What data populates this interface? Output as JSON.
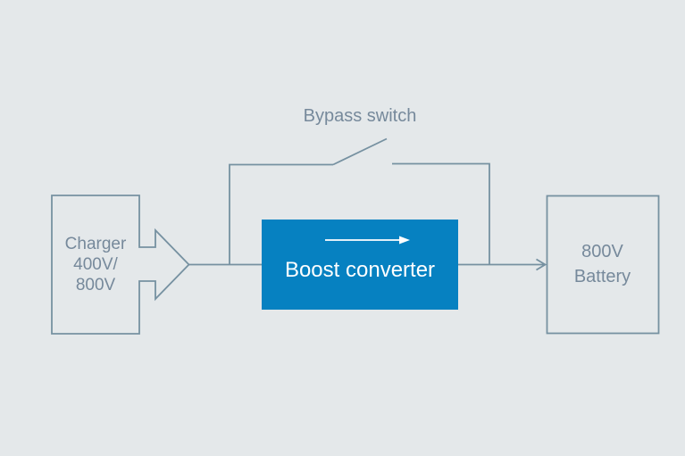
{
  "colors": {
    "background": "#e4e8ea",
    "line": "#7691a1",
    "text": "#76899b",
    "accent_blue": "#0681c1",
    "arrow_white": "#ffffff"
  },
  "bypass": {
    "label": "Bypass switch"
  },
  "charger": {
    "lines": [
      "Charger",
      "400V/",
      "800V"
    ]
  },
  "boost": {
    "label": "Boost converter"
  },
  "battery": {
    "lines": [
      "800V",
      "Battery"
    ]
  }
}
